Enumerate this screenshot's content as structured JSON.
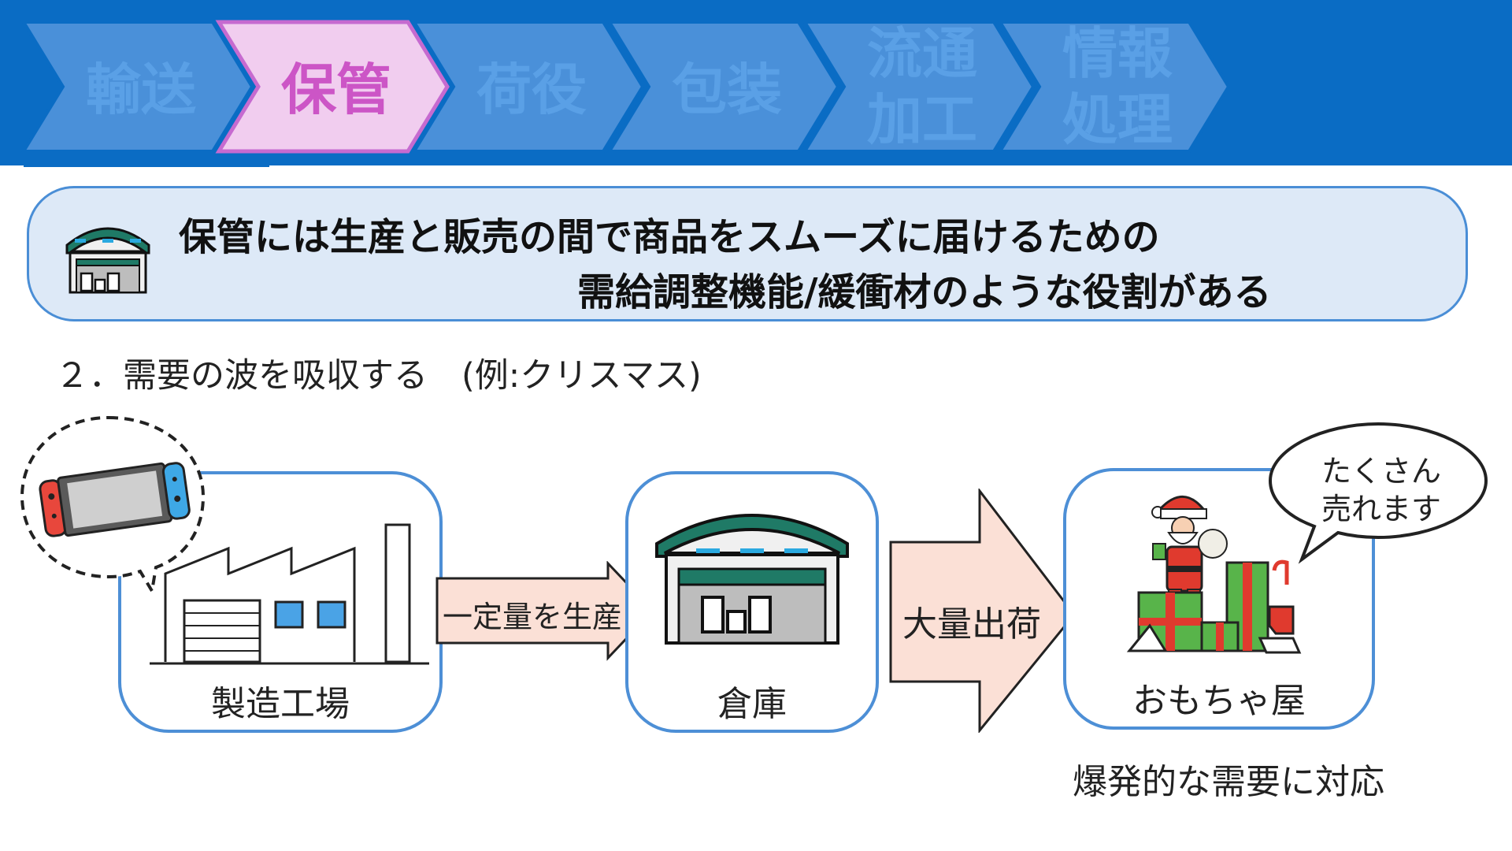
{
  "process_steps": [
    {
      "label_lines": [
        "輸送"
      ],
      "active": false
    },
    {
      "label_lines": [
        "保管"
      ],
      "active": true
    },
    {
      "label_lines": [
        "荷役"
      ],
      "active": false
    },
    {
      "label_lines": [
        "包装"
      ],
      "active": false
    },
    {
      "label_lines": [
        "流通",
        "加工"
      ],
      "active": false
    },
    {
      "label_lines": [
        "情報",
        "処理"
      ],
      "active": false
    }
  ],
  "summary": {
    "line1": "保管には生産と販売の間で商品をスムーズに届けるための",
    "line2": "需給調整機能/緩衝材のような役割がある",
    "icon": "warehouse-icon"
  },
  "heading": "２．需要の波を吸収する　(例:クリスマス)",
  "flow": {
    "factory_label": "製造工場",
    "arrow1_label": "一定量を生産",
    "warehouse_label": "倉庫",
    "arrow2_label": "大量出荷",
    "toy_store_label": "おもちゃ屋",
    "speech_bubble_lines": [
      "たくさん",
      "売れます"
    ],
    "bottom_note": "爆発的な需要に対応",
    "icons": [
      "game-console-icon",
      "factory-icon",
      "warehouse-icon",
      "santa-gifts-icon"
    ]
  },
  "colors": {
    "banner": "#0a6cc4",
    "step_inactive": "#4a90d9",
    "step_inactive_text": "#5aa0e6",
    "step_active": "#f1cdef",
    "step_active_border": "#c66ad0",
    "step_active_text": "#cc55c6",
    "summary_bg": "#dde9f7",
    "box_border": "#4d8fd6",
    "arrow_fill": "#fbe0d6"
  }
}
